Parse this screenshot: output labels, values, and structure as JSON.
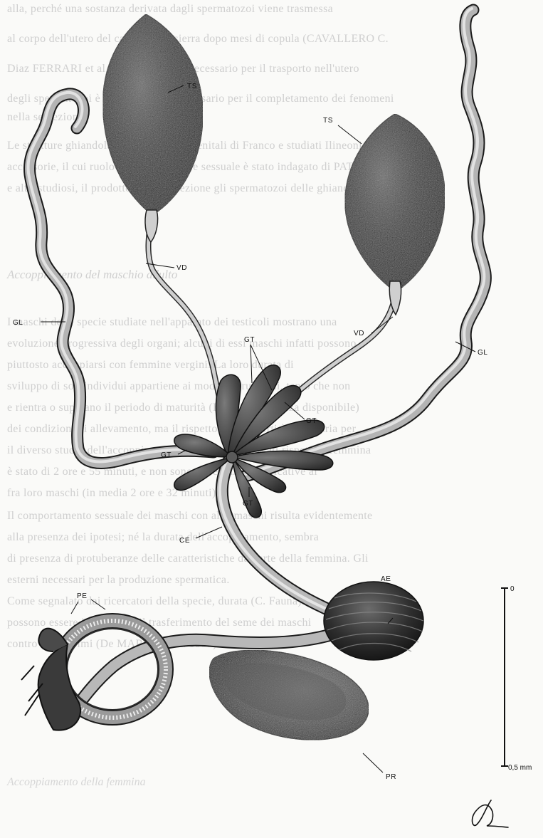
{
  "labels": {
    "ts_left": "TS",
    "ts_right": "TS",
    "vd_left": "VD",
    "vd_right": "VD",
    "gl_left": "GL",
    "gl_right": "GL",
    "gt_top": "GT",
    "gt_right": "GT",
    "gt_left": "GT",
    "gt_bottom": "GT",
    "ce": "CE",
    "ae": "AE",
    "pe": "PE",
    "pr": "PR"
  },
  "scale": {
    "top_label": "0",
    "bottom_label": "0,5 mm"
  },
  "background_text": {
    "lines": [
      "alla, perché una sostanza derivata dagli spermatozoi viene trasmessa",
      "al corpo dell'utero del canale della sierra dopo mesi di copula (CAVALLERO C.",
      "Diaz FERRARI et al. 1992). Il tempo necessario per il trasporto nell'utero",
      "degli spermatozoi è probabilmente necessario per il completamento dei fenomeni",
      "nella secrezione.",
      "Le strutture ghiandolari degli apparati genitali di Franco e studiati Ilineoni",
      "accessorie, il cui ruolo nella prestazione sessuale è stato indagato di PATERNOSTRO",
      "e altri studiosi, il prodotto della secrezione gli spermatozoi delle ghiandole rimessa",
      "",
      "",
      "",
      "",
      "I maschi delle specie studiate nell'apparato dei testicoli mostrano una",
      "evoluzione progressiva degli organi; alcuni di essi maschi infatti possono",
      "piuttosto accoppiarsi con femmine vergini. La loro durata di",
      "sviluppo di soli individui appartiene ai modelli strutturali, tanto che non",
      "e rientra o superano il periodo di maturità (Blaker, Frequenza disponibile)",
      "dei condizioni di allevamento, ma il rispetto degli inserti è necessaria per",
      "il diverso studio dell'accoppiamento dei maschi osservati rispetto a femmina",
      "è stato di 2 ore e 55 minuti, e non sono differenze significative ai",
      "fra loro maschi (in media 2 ore e 32 minuti).",
      "Il comportamento sessuale dei maschi con altri maschi risulta evidentemente",
      "alla presenza dei ipotesi; né la durata dell'accoppiamento, sembra",
      "di presenza di protuberanze delle caratteristiche da parte della femmina. Gli",
      "esterni necessari per la produzione spermatica.",
      "Come segnalato dai ricercatori della specie, durata (C. Fauna)",
      "possono essere infinite con il trasferimento del seme dei maschi",
      "contro i medesimi (De MARCO et al. 1987)."
    ],
    "heading": "Accoppiamento del maschio adulto",
    "footer": "Accoppiamento della femmina"
  }
}
